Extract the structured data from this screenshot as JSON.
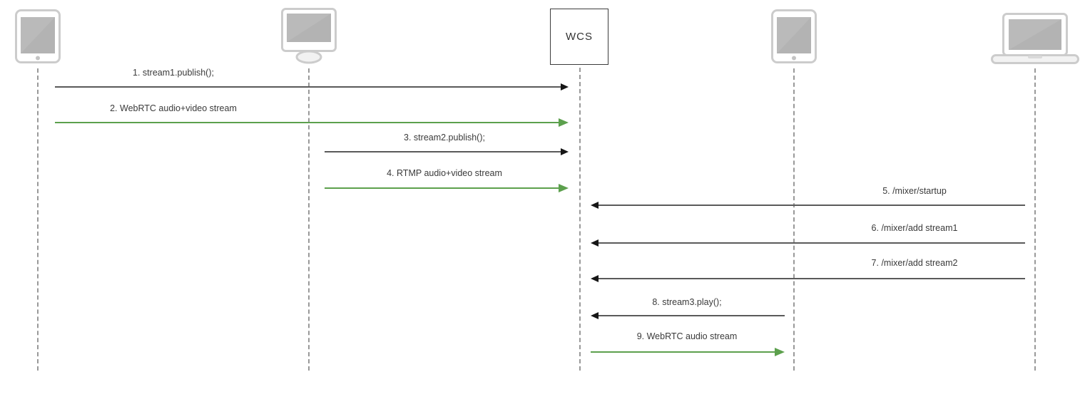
{
  "actors": [
    {
      "id": "tablet-1",
      "icon": "tablet",
      "label": ""
    },
    {
      "id": "desktop-monitor",
      "icon": "monitor",
      "label": ""
    },
    {
      "id": "wcs-server",
      "icon": "box",
      "label": "WCS"
    },
    {
      "id": "tablet-2",
      "icon": "tablet",
      "label": ""
    },
    {
      "id": "laptop",
      "icon": "laptop",
      "label": ""
    }
  ],
  "messages": [
    {
      "seq": "1",
      "label": "1. stream1.publish();",
      "from": "tablet-1",
      "to": "wcs-server",
      "direction": "right",
      "kind": "signal"
    },
    {
      "seq": "2",
      "label": "2. WebRTC audio+video stream",
      "from": "tablet-1",
      "to": "wcs-server",
      "direction": "right",
      "kind": "media"
    },
    {
      "seq": "3",
      "label": "3. stream2.publish();",
      "from": "desktop-monitor",
      "to": "wcs-server",
      "direction": "right",
      "kind": "signal"
    },
    {
      "seq": "4",
      "label": "4. RTMP audio+video stream",
      "from": "desktop-monitor",
      "to": "wcs-server",
      "direction": "right",
      "kind": "media"
    },
    {
      "seq": "5",
      "label": "5. /mixer/startup",
      "from": "laptop",
      "to": "wcs-server",
      "direction": "left",
      "kind": "signal"
    },
    {
      "seq": "6",
      "label": "6. /mixer/add stream1",
      "from": "laptop",
      "to": "wcs-server",
      "direction": "left",
      "kind": "signal"
    },
    {
      "seq": "7",
      "label": "7. /mixer/add stream2",
      "from": "laptop",
      "to": "wcs-server",
      "direction": "left",
      "kind": "signal"
    },
    {
      "seq": "8",
      "label": "8. stream3.play();",
      "from": "tablet-2",
      "to": "wcs-server",
      "direction": "left",
      "kind": "signal"
    },
    {
      "seq": "9",
      "label": "9. WebRTC audio stream",
      "from": "wcs-server",
      "to": "tablet-2",
      "direction": "right",
      "kind": "media"
    }
  ],
  "colors": {
    "signal_line": "#5a5a5a",
    "signal_head": "#161616",
    "media": "#5ca04d",
    "lifeline": "#999999",
    "label_text": "#3a3a3a",
    "icon_border": "#cccccc",
    "icon_screen": "#b3b3b3"
  }
}
